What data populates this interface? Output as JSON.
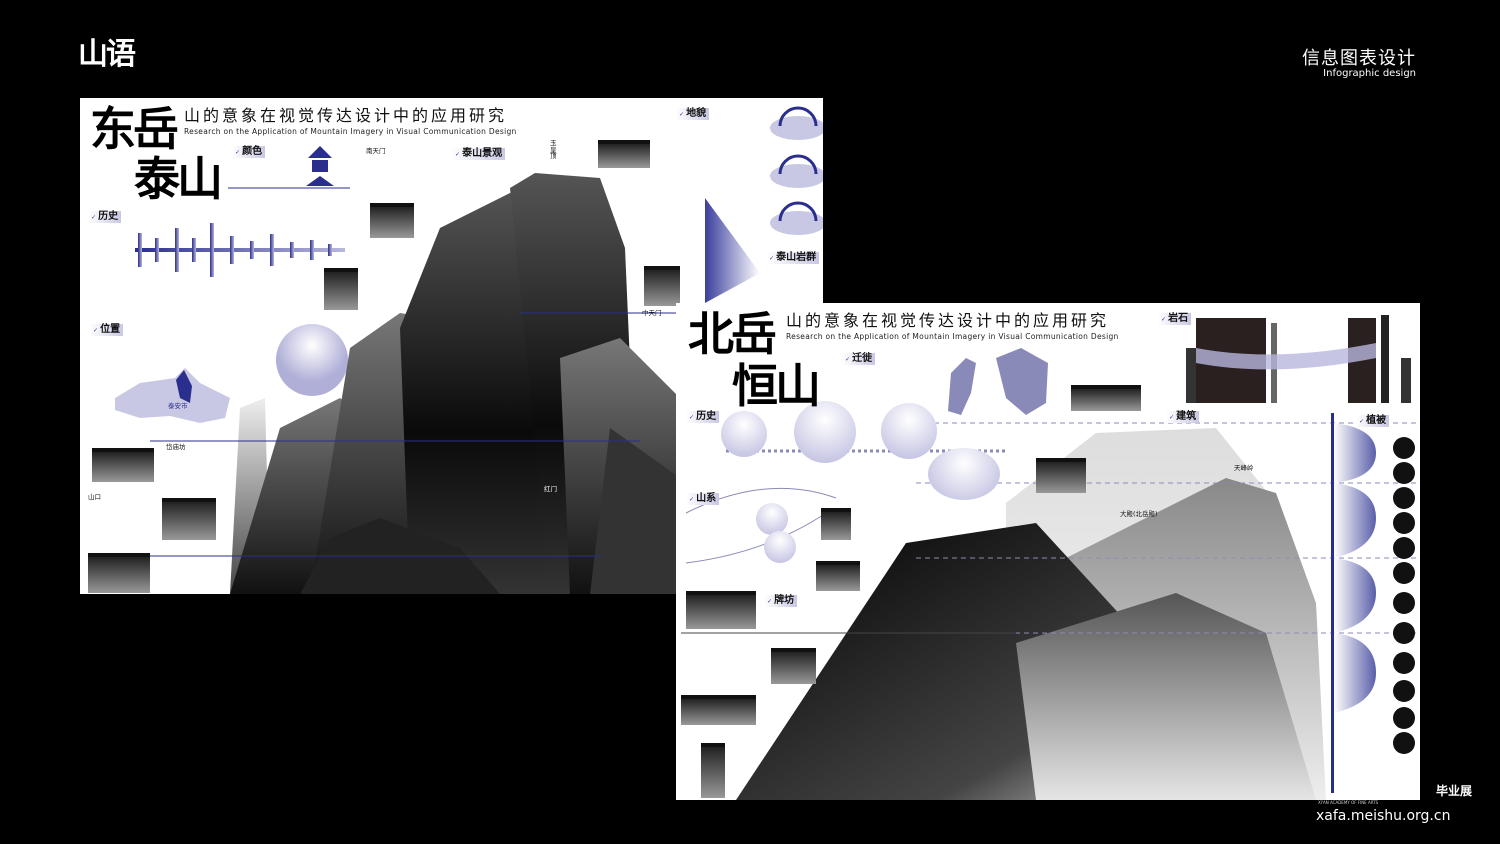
{
  "header": {
    "logo": "山语",
    "title_cn": "信息图表设计",
    "title_en": "Infographic design"
  },
  "poster1": {
    "big_title_1": "东岳",
    "big_title_2": "泰山",
    "title_cn": "山的意象在视觉传达设计中的应用研究",
    "title_en": "Research on the Application of Mountain Imagery in Visual Communication Design",
    "sections": {
      "color": "颜色",
      "landscape": "泰山景观",
      "history": "历史",
      "location": "位置",
      "landform": "地貌",
      "rock_group": "泰山岩群"
    },
    "labels": {
      "nantianmen": "南天门",
      "zhongtianmen": "中天门",
      "yuhuangding": "玉皇顶",
      "daimiaofang": "岱庙坊",
      "hongmen": "红门",
      "shankou": "山口",
      "map_city": "泰安市"
    }
  },
  "poster2": {
    "big_title_1": "北岳",
    "big_title_2": "恒山",
    "title_cn": "山的意象在视觉传达设计中的应用研究",
    "title_en": "Research on the Application of Mountain Imagery in Visual Communication Design",
    "sections": {
      "migration": "迁徙",
      "rock": "岩石",
      "architecture": "建筑",
      "vegetation": "植被",
      "history": "历史",
      "mountain_system": "山系",
      "archway": "牌坊"
    },
    "labels": {
      "peak": "天峰岭",
      "hall": "大殿(北岳殿)"
    }
  },
  "footer": {
    "exhibition": "毕业展",
    "academy": "XI'AN ACADEMY OF FINE ARTS",
    "url": "xafa.meishu.org.cn"
  },
  "colors": {
    "accent": "#2a2e8c",
    "lavender": "#b8b7dd",
    "background": "#000000"
  }
}
